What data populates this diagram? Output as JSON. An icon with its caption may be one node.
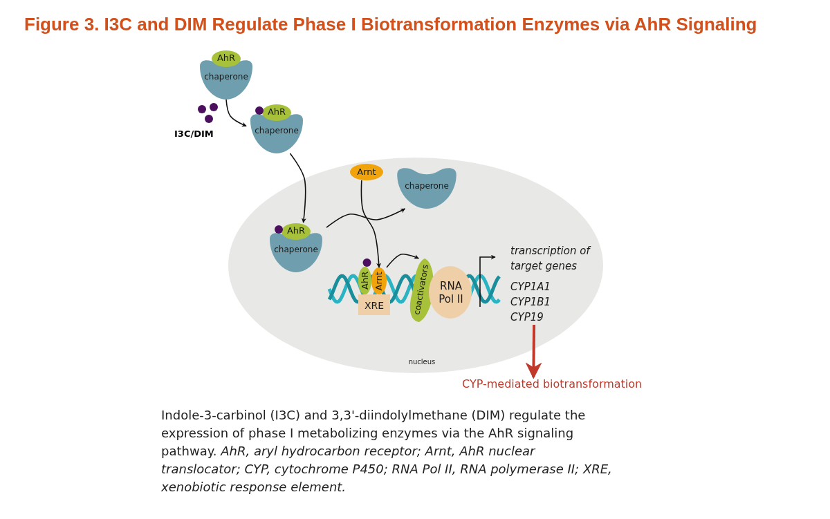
{
  "diagram": {
    "title": "Figure 3. I3C and DIM Regulate Phase I Biotransformation Enzymes via AhR Signaling",
    "caption": "Indole-3-carbinol (I3C) and 3,3'-diindolylmethane (DIM) regulate the expression of phase I metabolizing enzymes via the AhR signaling pathway. *AhR, aryl hydrocarbon receptor; Arnt, AhR nuclear translocator; CYP, cytochrome P450; RNA Pol II, RNA polymerase II; XRE, xenobiotic response element.*",
    "nodes": [
      {
        "text": [
          "AhR",
          "chaperone"
        ]
      },
      {
        "text": [
          "AhR",
          "chaperone"
        ]
      },
      {
        "text": [
          "nucleus"
        ]
      },
      {
        "text": [
          "Arnt"
        ],
        "in": 2
      },
      {
        "text": [
          "chaperone"
        ],
        "in": 2
      },
      {
        "text": [
          "AhR",
          "chaperone"
        ],
        "in": 2
      },
      {
        "text": [
          "AhR"
        ],
        "in": 2
      },
      {
        "text": [
          "Arnt"
        ],
        "in": 2
      },
      {
        "text": [
          "XRE"
        ],
        "in": 2
      },
      {
        "text": [
          "coactivators"
        ],
        "in": 2
      },
      {
        "text": [
          "RNA Pol II"
        ],
        "in": 2
      },
      {
        "text": [
          "transcription of target genes",
          "CYP1A1",
          "CYP1B1",
          "CYP19"
        ],
        "in": 2
      },
      {
        "text": [
          "CYP-mediated biotransformation"
        ]
      }
    ],
    "edges": [
      {
        "from": 0,
        "to": 1,
        "arrow": "to"
      },
      {
        "from": 1,
        "to": 5,
        "arrow": "to"
      },
      {
        "from": 5,
        "to": 4,
        "arrow": "to"
      },
      {
        "from": 3,
        "to": 7,
        "arrow": "to"
      },
      {
        "from": 7,
        "to": 9,
        "arrow": "to"
      },
      {
        "from": null,
        "to": 11,
        "arrow": "to"
      },
      {
        "from": 11,
        "to": 12,
        "arrow": "to",
        "style": "thick",
        "color": "#c0392b"
      }
    ],
    "labels": [
      "I3C/DIM"
    ]
  }
}
